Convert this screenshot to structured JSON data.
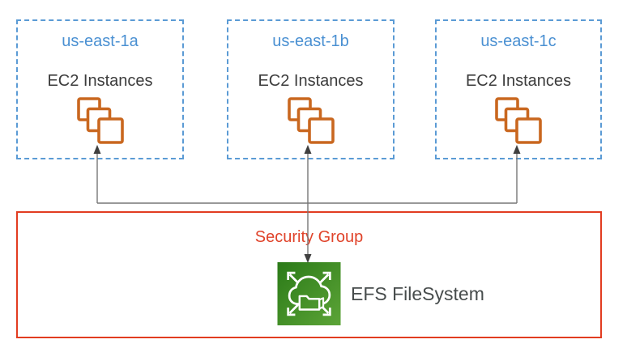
{
  "diagram": {
    "zones": [
      {
        "name": "us-east-1a",
        "label": "EC2 Instances"
      },
      {
        "name": "us-east-1b",
        "label": "EC2 Instances"
      },
      {
        "name": "us-east-1c",
        "label": "EC2 Instances"
      }
    ],
    "security_group": {
      "label": "Security Group"
    },
    "efs": {
      "label": "EFS FileSystem"
    },
    "icons": {
      "ec2": "three overlapping orange squares (EC2 instances)",
      "efs": "green square with white cloud, open folder and four outward arrows",
      "connectors": "gray lines with dark arrowheads linking each zone to EFS"
    },
    "colors": {
      "zone_border": "#5B9BD5",
      "zone_title": "#4A90D2",
      "zone_text": "#3C3C3C",
      "ec2_icon_stroke": "#C9671F",
      "security_group_border": "#E23C20",
      "security_group_text": "#E0432A",
      "efs_gradient_start": "#2B7A18",
      "efs_gradient_end": "#5CA437",
      "connector_line": "#767676",
      "arrowhead": "#3F3F3F",
      "background": "#FFFFFF"
    }
  }
}
